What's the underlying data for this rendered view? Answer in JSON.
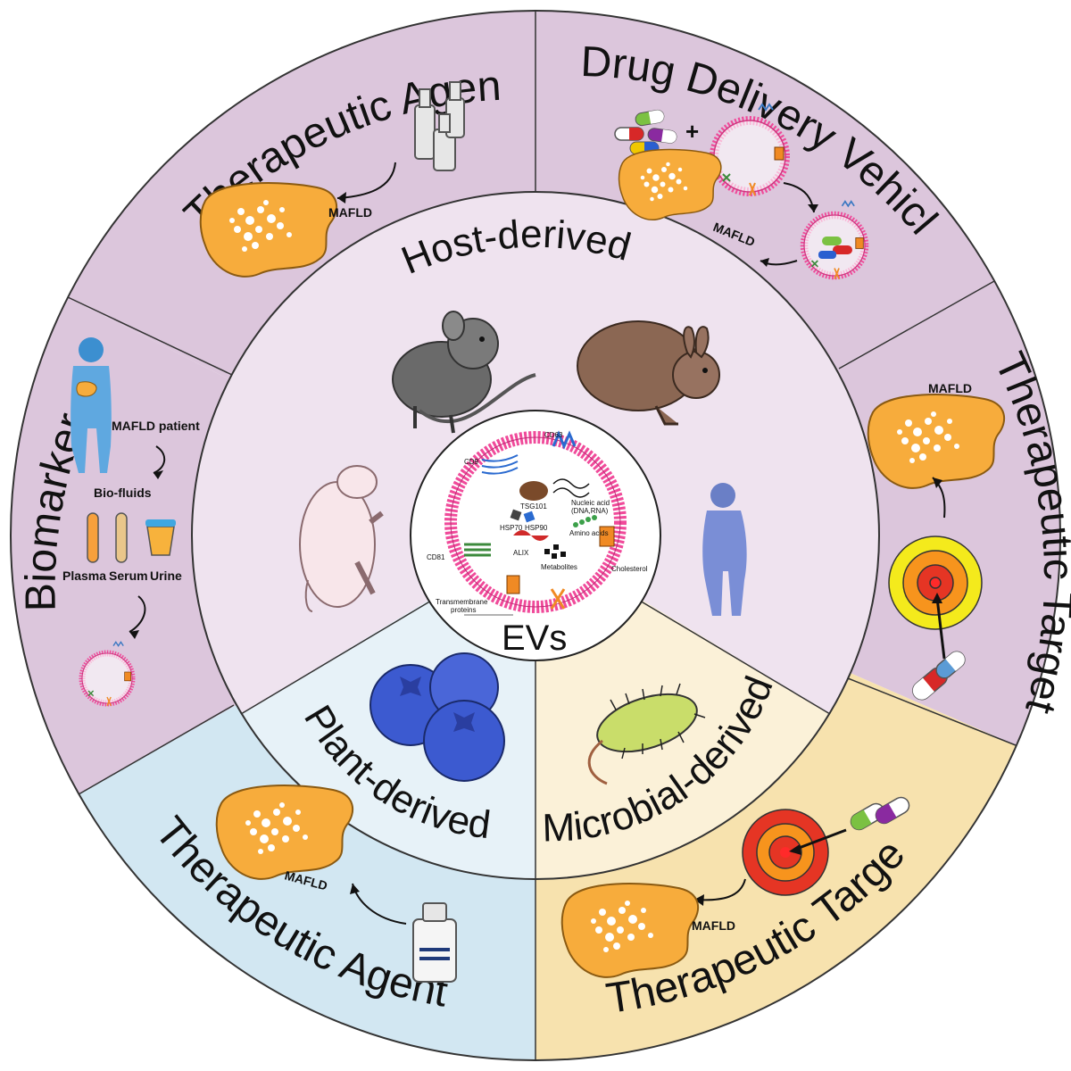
{
  "outer": {
    "therapeutic_agents_top": "Therapeutic Agents",
    "drug_delivery": "Drug Delivery Vehicle",
    "therapeutic_target_right": "Therapeutic Target",
    "therapeutic_target_bottom": "Therapeutic Target",
    "therapeutic_agents_bottom": "Therapeutic Agents",
    "biomarker": "Biomarker"
  },
  "inner": {
    "host": "Host-derived",
    "plant": "Plant-derived",
    "microbial": "Microbial-derived"
  },
  "center": {
    "title": "EVs",
    "labels": {
      "cd63": "CD63",
      "cd9": "CD9",
      "tsg101": "TSG101",
      "hsp70": "HSP70",
      "hsp90": "HSP90",
      "nucleic": "Nucleic acid",
      "nucleic2": "(DNA,RNA)",
      "amino": "Amino acids",
      "alix": "ALIX",
      "metabolites": "Metabolites",
      "cd81": "CD81",
      "cholesterol": "Cholesterol",
      "transmembrane": "Transmembrane",
      "proteins": "proteins"
    }
  },
  "small": {
    "mafld": "MAFLD",
    "mafld_patient": "MAFLD patient",
    "biofluids": "Bio-fluids",
    "plasma": "Plasma",
    "serum": "Serum",
    "urine": "Urine",
    "plus": "+"
  },
  "colors": {
    "outer_purple": "#dcc6dc",
    "inner_purple": "#efe3ef",
    "outer_blue": "#d2e7f2",
    "inner_blue": "#e7f2f8",
    "outer_yellow": "#f7e2ae",
    "inner_yellow": "#fbf1d8",
    "liver": "#f7ac3c",
    "membrane": "#f04a9a"
  }
}
